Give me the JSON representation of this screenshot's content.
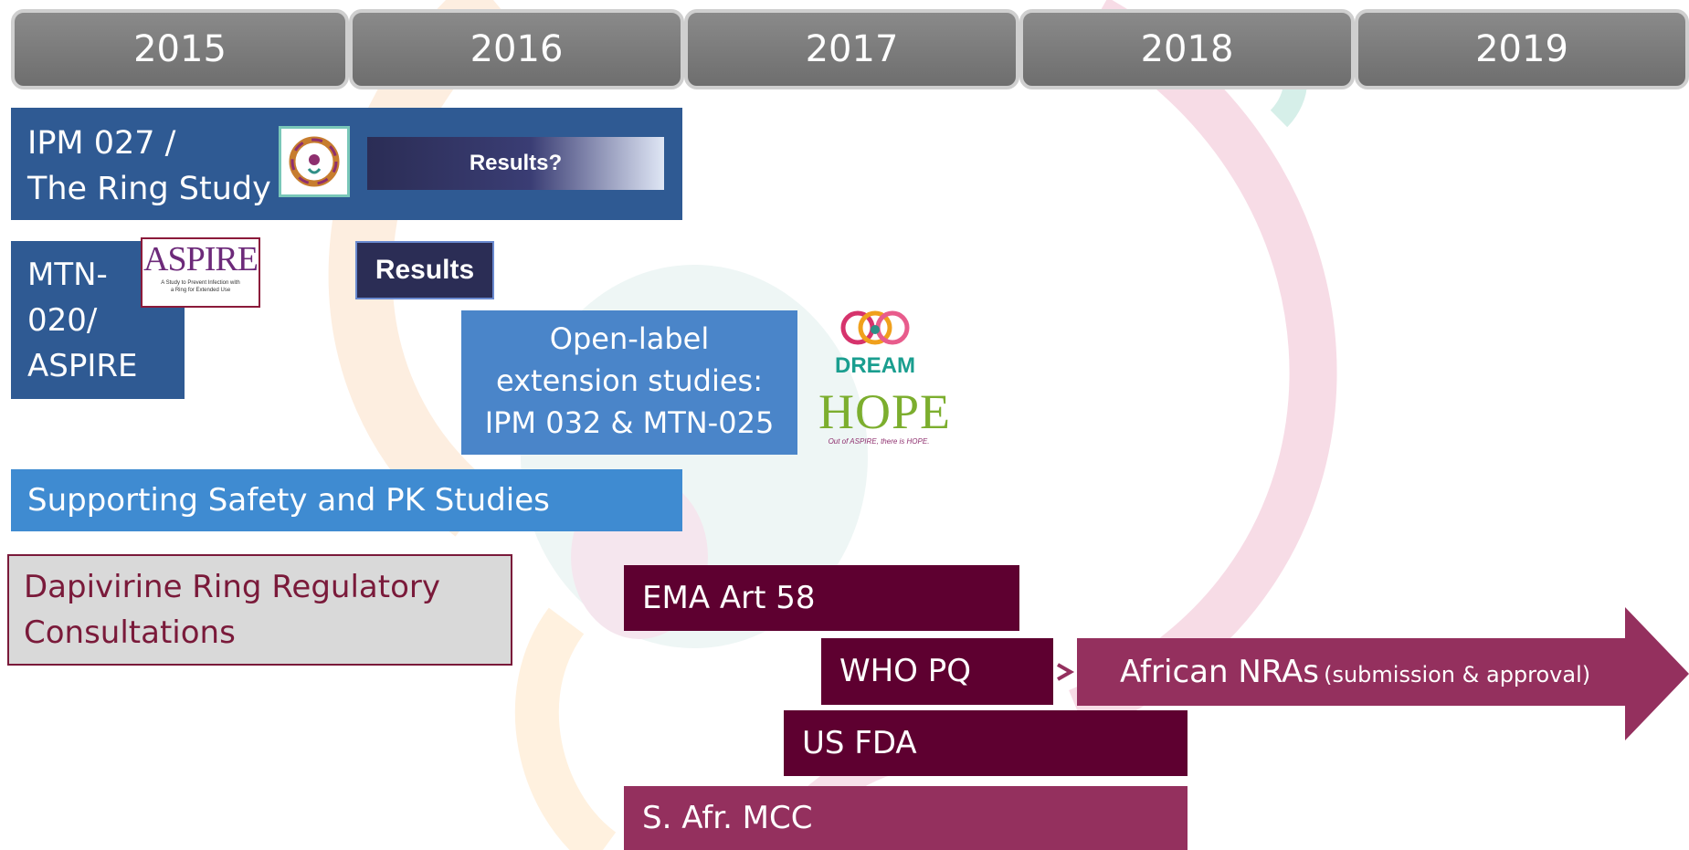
{
  "years": [
    "2015",
    "2016",
    "2017",
    "2018",
    "2019"
  ],
  "ring_study": {
    "label": "IPM 027 /\nThe Ring Study",
    "results_label": "Results?"
  },
  "aspire": {
    "label": "MTN-\n020/\nASPIRE",
    "logo_text": "ASPIRE",
    "logo_subtext": "A Study to Prevent Infection with a Ring for Extended Use",
    "results_label": "Results"
  },
  "open_label": {
    "label": "Open-label\nextension  studies:\nIPM 032 & MTN-025",
    "dream_logo_text": "DREAM",
    "hope_logo_text": "HOPE",
    "hope_tagline": "Out of ASPIRE, there is HOPE."
  },
  "supporting": {
    "label": "Supporting Safety and PK Studies"
  },
  "regulatory": {
    "label": "Dapivirine Ring Regulatory\nConsultations"
  },
  "submissions": {
    "ema": "EMA Art 58",
    "who": "WHO PQ",
    "african": "African NRAs",
    "african_note": "(submission & approval)",
    "fda": "US FDA",
    "mcc": "S. Afr. MCC"
  },
  "colors": {
    "year_tab": "#7a7a7a",
    "dark_blue": "#2f5a93",
    "mid_blue": "#4a85c9",
    "light_blue": "#3f8bd1",
    "maroon": "#5e0030",
    "plum": "#94305e",
    "gray_box": "#d9d9d9",
    "navy": "#2b2d55"
  }
}
